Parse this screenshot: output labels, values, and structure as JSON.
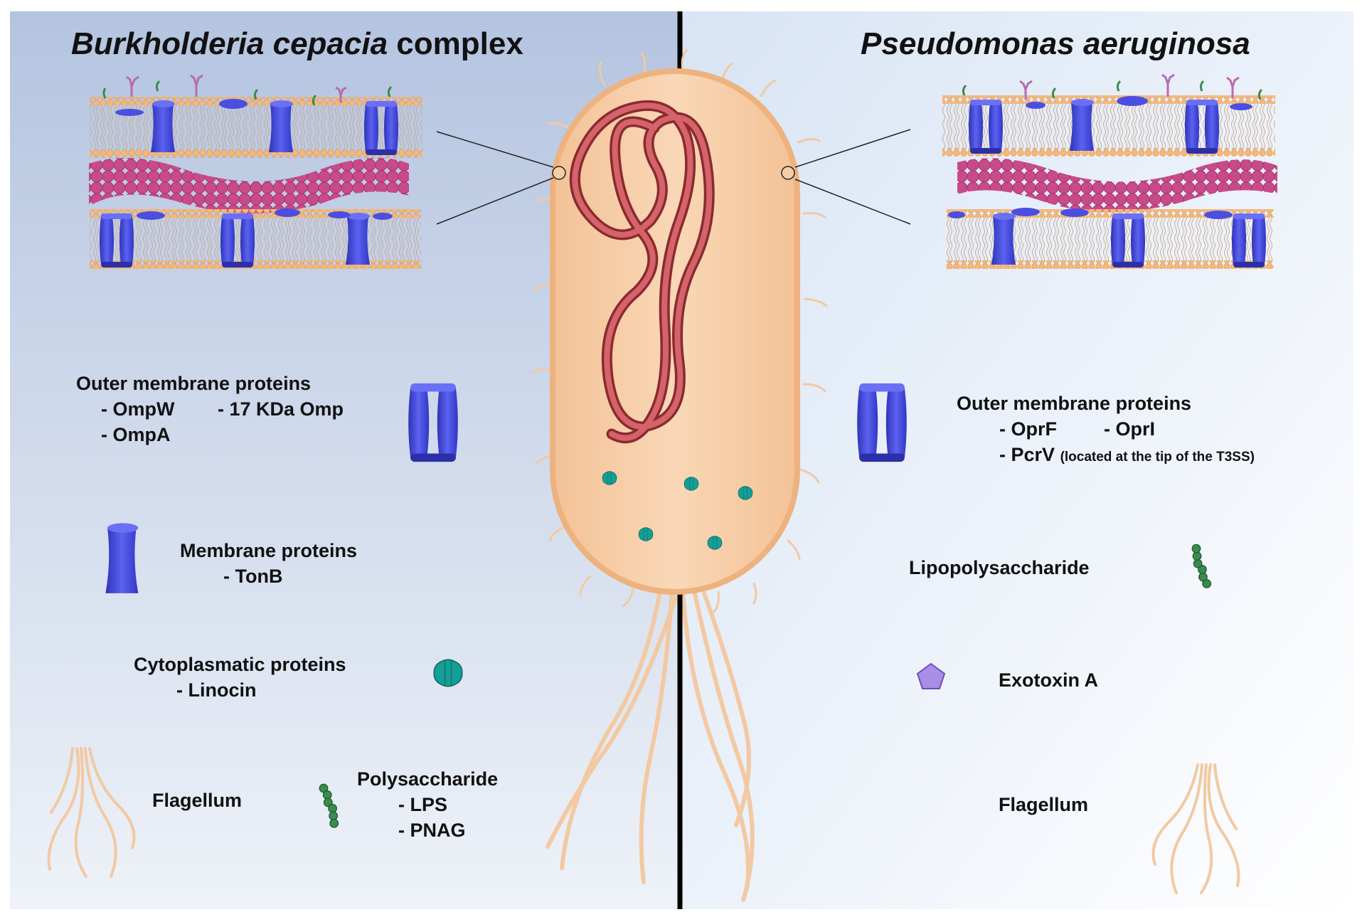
{
  "colors": {
    "left_panel_top": "#b9c8e2",
    "left_panel_bottom": "#eef2f8",
    "right_panel": "#e6eef8",
    "divider": "#000000",
    "cell_body": "#f6cda6",
    "cell_edge": "#eeb27e",
    "dna": "#c0484e",
    "porin": "#4a4fe0",
    "peptidoglycan": "#c94a8a",
    "lipid_head": "#f7b877",
    "linocin": "#159e98",
    "lps_bead": "#3a8c4e",
    "exotoxin": "#a98ee8",
    "flagellum": "#f2c9a2"
  },
  "icons": {
    "porin": "porin-barrel-icon",
    "single_barrel": "membrane-protein-icon",
    "linocin": "linocin-icon",
    "lps": "lps-chain-icon",
    "exotoxin": "pentagon-icon",
    "flagellum": "flagellum-icon"
  },
  "left": {
    "title_italic": "Burkholderia cepacia",
    "title_normal": " complex",
    "omp_header": "Outer membrane proteins",
    "omp_1": "- OmpW",
    "omp_2": "- 17 KDa Omp",
    "omp_3": "- OmpA",
    "mp_header": "Membrane proteins",
    "mp_1": "- TonB",
    "cp_header": "Cytoplasmatic proteins",
    "cp_1": "- Linocin",
    "flagellum": "Flagellum",
    "ps_header": "Polysaccharide",
    "ps_1": "- LPS",
    "ps_2": "- PNAG"
  },
  "right": {
    "title": "Pseudomonas aeruginosa",
    "omp_header": "Outer membrane proteins",
    "omp_1": "- OprF",
    "omp_2": "- OprI",
    "omp_3": "- PcrV",
    "omp_3_note": "(located at the tip of the T3SS)",
    "lps": "Lipopolysaccharide",
    "exotoxin": "Exotoxin A",
    "flagellum": "Flagellum"
  }
}
